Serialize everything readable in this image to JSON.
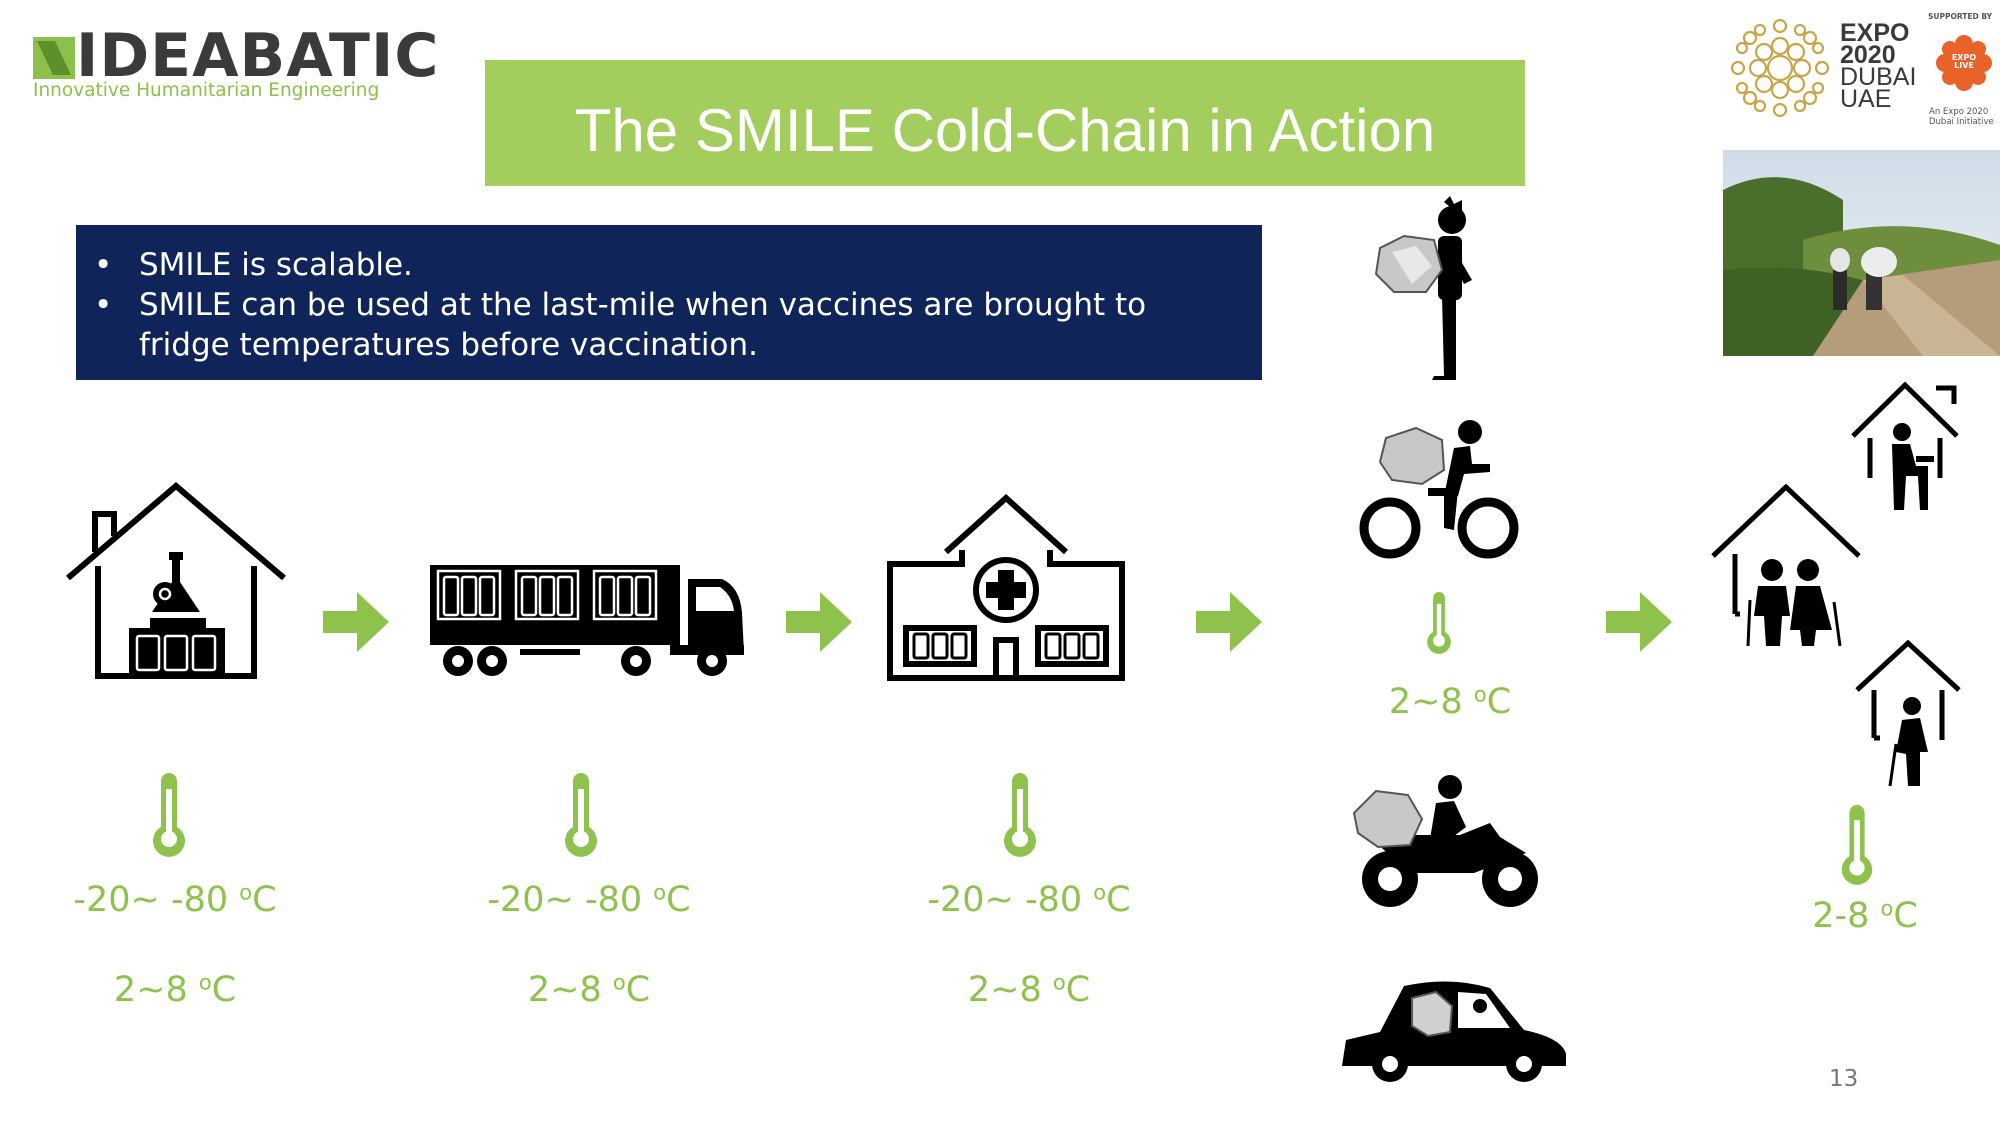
{
  "logo": {
    "name": "IDEABATIC",
    "tagline": "Innovative Humanitarian Engineering"
  },
  "title": "The SMILE Cold-Chain in Action",
  "bullets": [
    "SMILE is scalable.",
    "SMILE can be used at the last-mile when vaccines are brought to fridge temperatures before vaccination."
  ],
  "expo": {
    "line1": "EXPO",
    "line2": "2020",
    "line3": "DUBAI",
    "line4": "UAE",
    "supported": "SUPPORTED BY",
    "live": "EXPO LIVE",
    "initiative1": "An Expo 2020",
    "initiative2": "Dubai Initiative"
  },
  "stages": [
    {
      "icon": "factory-lab-icon",
      "temp_low": "-20~ -80 ",
      "temp_fridge": "2~8 "
    },
    {
      "icon": "truck-icon",
      "temp_low": "-20~ -80 ",
      "temp_fridge": "2~8 "
    },
    {
      "icon": "hospital-icon",
      "temp_low": "-20~ -80 ",
      "temp_fridge": "2~8 "
    }
  ],
  "lastmile": {
    "temp": "2~8 "
  },
  "destination": {
    "temp": "2-8 "
  },
  "degree": "o",
  "unit": "C",
  "page_number": "13",
  "colors": {
    "green": "#a3cd5c",
    "navy": "#0f2459",
    "temp_green": "#8ec24c"
  }
}
